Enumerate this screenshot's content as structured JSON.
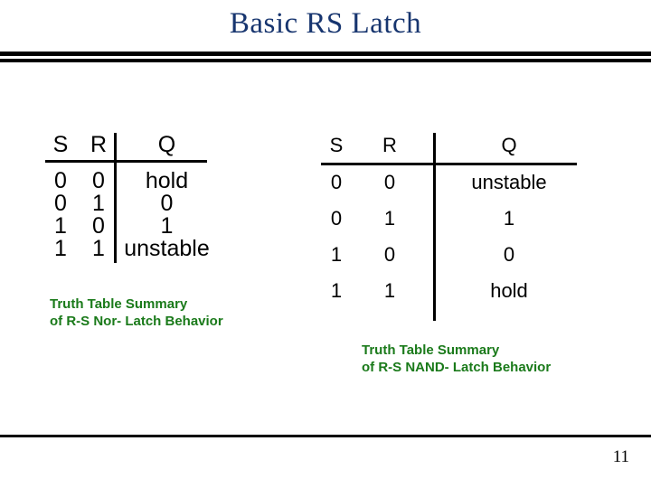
{
  "slide": {
    "title": "Basic RS Latch",
    "page_number": "11",
    "title_color": "#17356f",
    "caption_color": "#1a7a1a",
    "rule_color": "#000000",
    "background_color": "#ffffff"
  },
  "nor_table": {
    "name": "R-S Nor Latch truth table",
    "headers": {
      "s": "S",
      "r": "R",
      "q": "Q"
    },
    "rows": [
      {
        "s": "0",
        "r": "0",
        "q": "hold"
      },
      {
        "s": "0",
        "r": "1",
        "q": "0"
      },
      {
        "s": "1",
        "r": "0",
        "q": "1"
      },
      {
        "s": "1",
        "r": "1",
        "q": "unstable"
      }
    ],
    "caption": {
      "line1": "Truth Table Summary",
      "line2": "of R-S Nor- Latch Behavior"
    }
  },
  "nand_table": {
    "name": "R-S NAND Latch truth table",
    "headers": {
      "s": "S",
      "r": "R",
      "q": "Q"
    },
    "rows": [
      {
        "s": "0",
        "r": "0",
        "q": "unstable"
      },
      {
        "s": "0",
        "r": "1",
        "q": "1"
      },
      {
        "s": "1",
        "r": "0",
        "q": "0"
      },
      {
        "s": "1",
        "r": "1",
        "q": "hold"
      }
    ],
    "caption": {
      "line1": "Truth Table Summary",
      "line2": "of R-S NAND- Latch Behavior"
    }
  }
}
